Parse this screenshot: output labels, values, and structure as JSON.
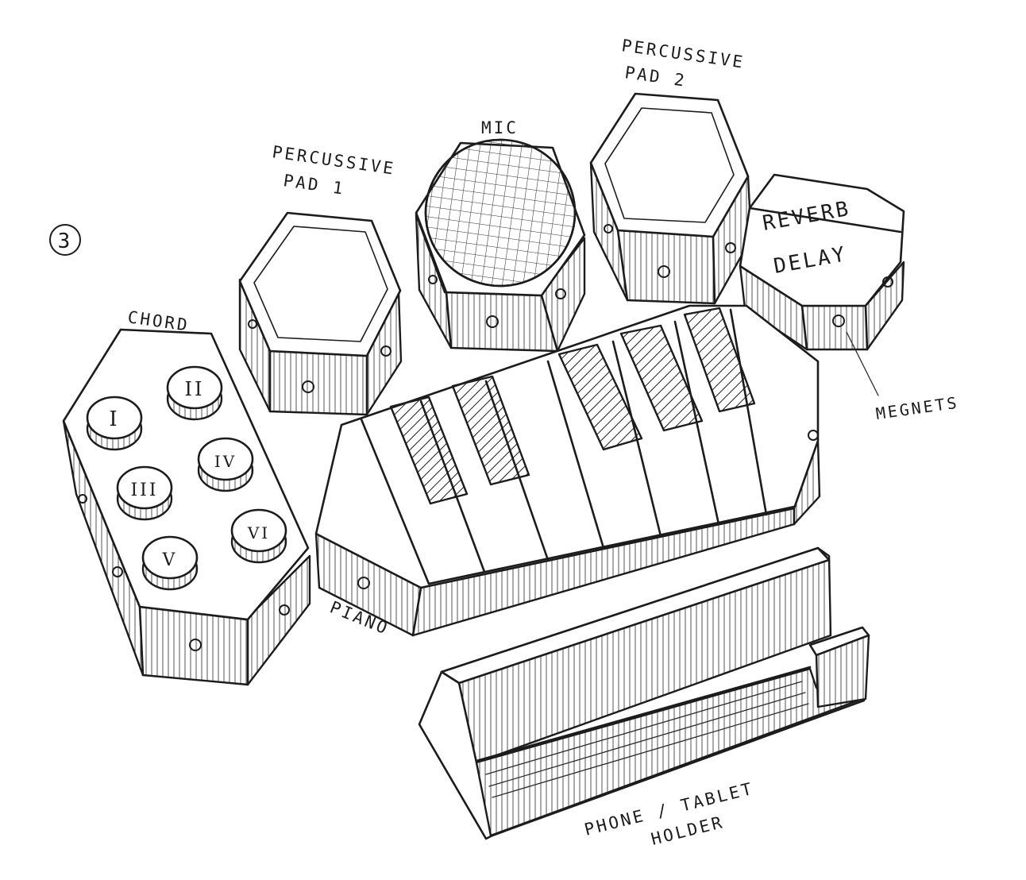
{
  "diagram": {
    "number_mark": "3",
    "labels": {
      "pad1_line1": "PERCUSSIVE",
      "pad1_line2": "PAD 1",
      "mic": "MIC",
      "pad2_line1": "PERCUSSIVE",
      "pad2_line2": "PAD 2",
      "reverb": "REVERB",
      "delay": "DELAY",
      "chord": "CHORD",
      "piano": "PIANO",
      "magnets": "MEGNETS",
      "holder_line1": "PHONE / TABLET",
      "holder_line2": "HOLDER"
    },
    "chord_buttons": [
      "I",
      "II",
      "III",
      "IV",
      "V",
      "VI"
    ]
  }
}
